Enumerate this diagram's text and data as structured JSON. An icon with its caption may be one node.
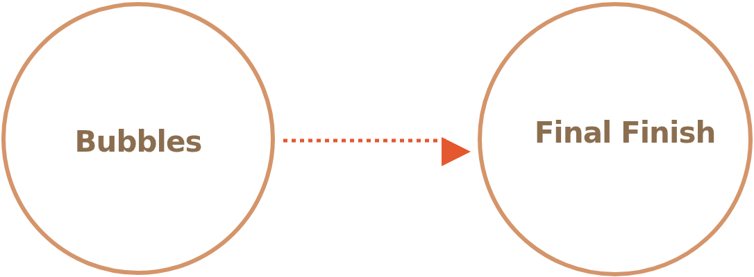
{
  "diagram": {
    "nodes": [
      {
        "text": [
          "Bubbles"
        ]
      },
      {
        "text": [
          "Final Finish"
        ]
      }
    ],
    "edges": [
      {
        "from": 0,
        "to": 1,
        "arrow": "to",
        "style": "dashed",
        "color": "#e5572e"
      }
    ]
  }
}
